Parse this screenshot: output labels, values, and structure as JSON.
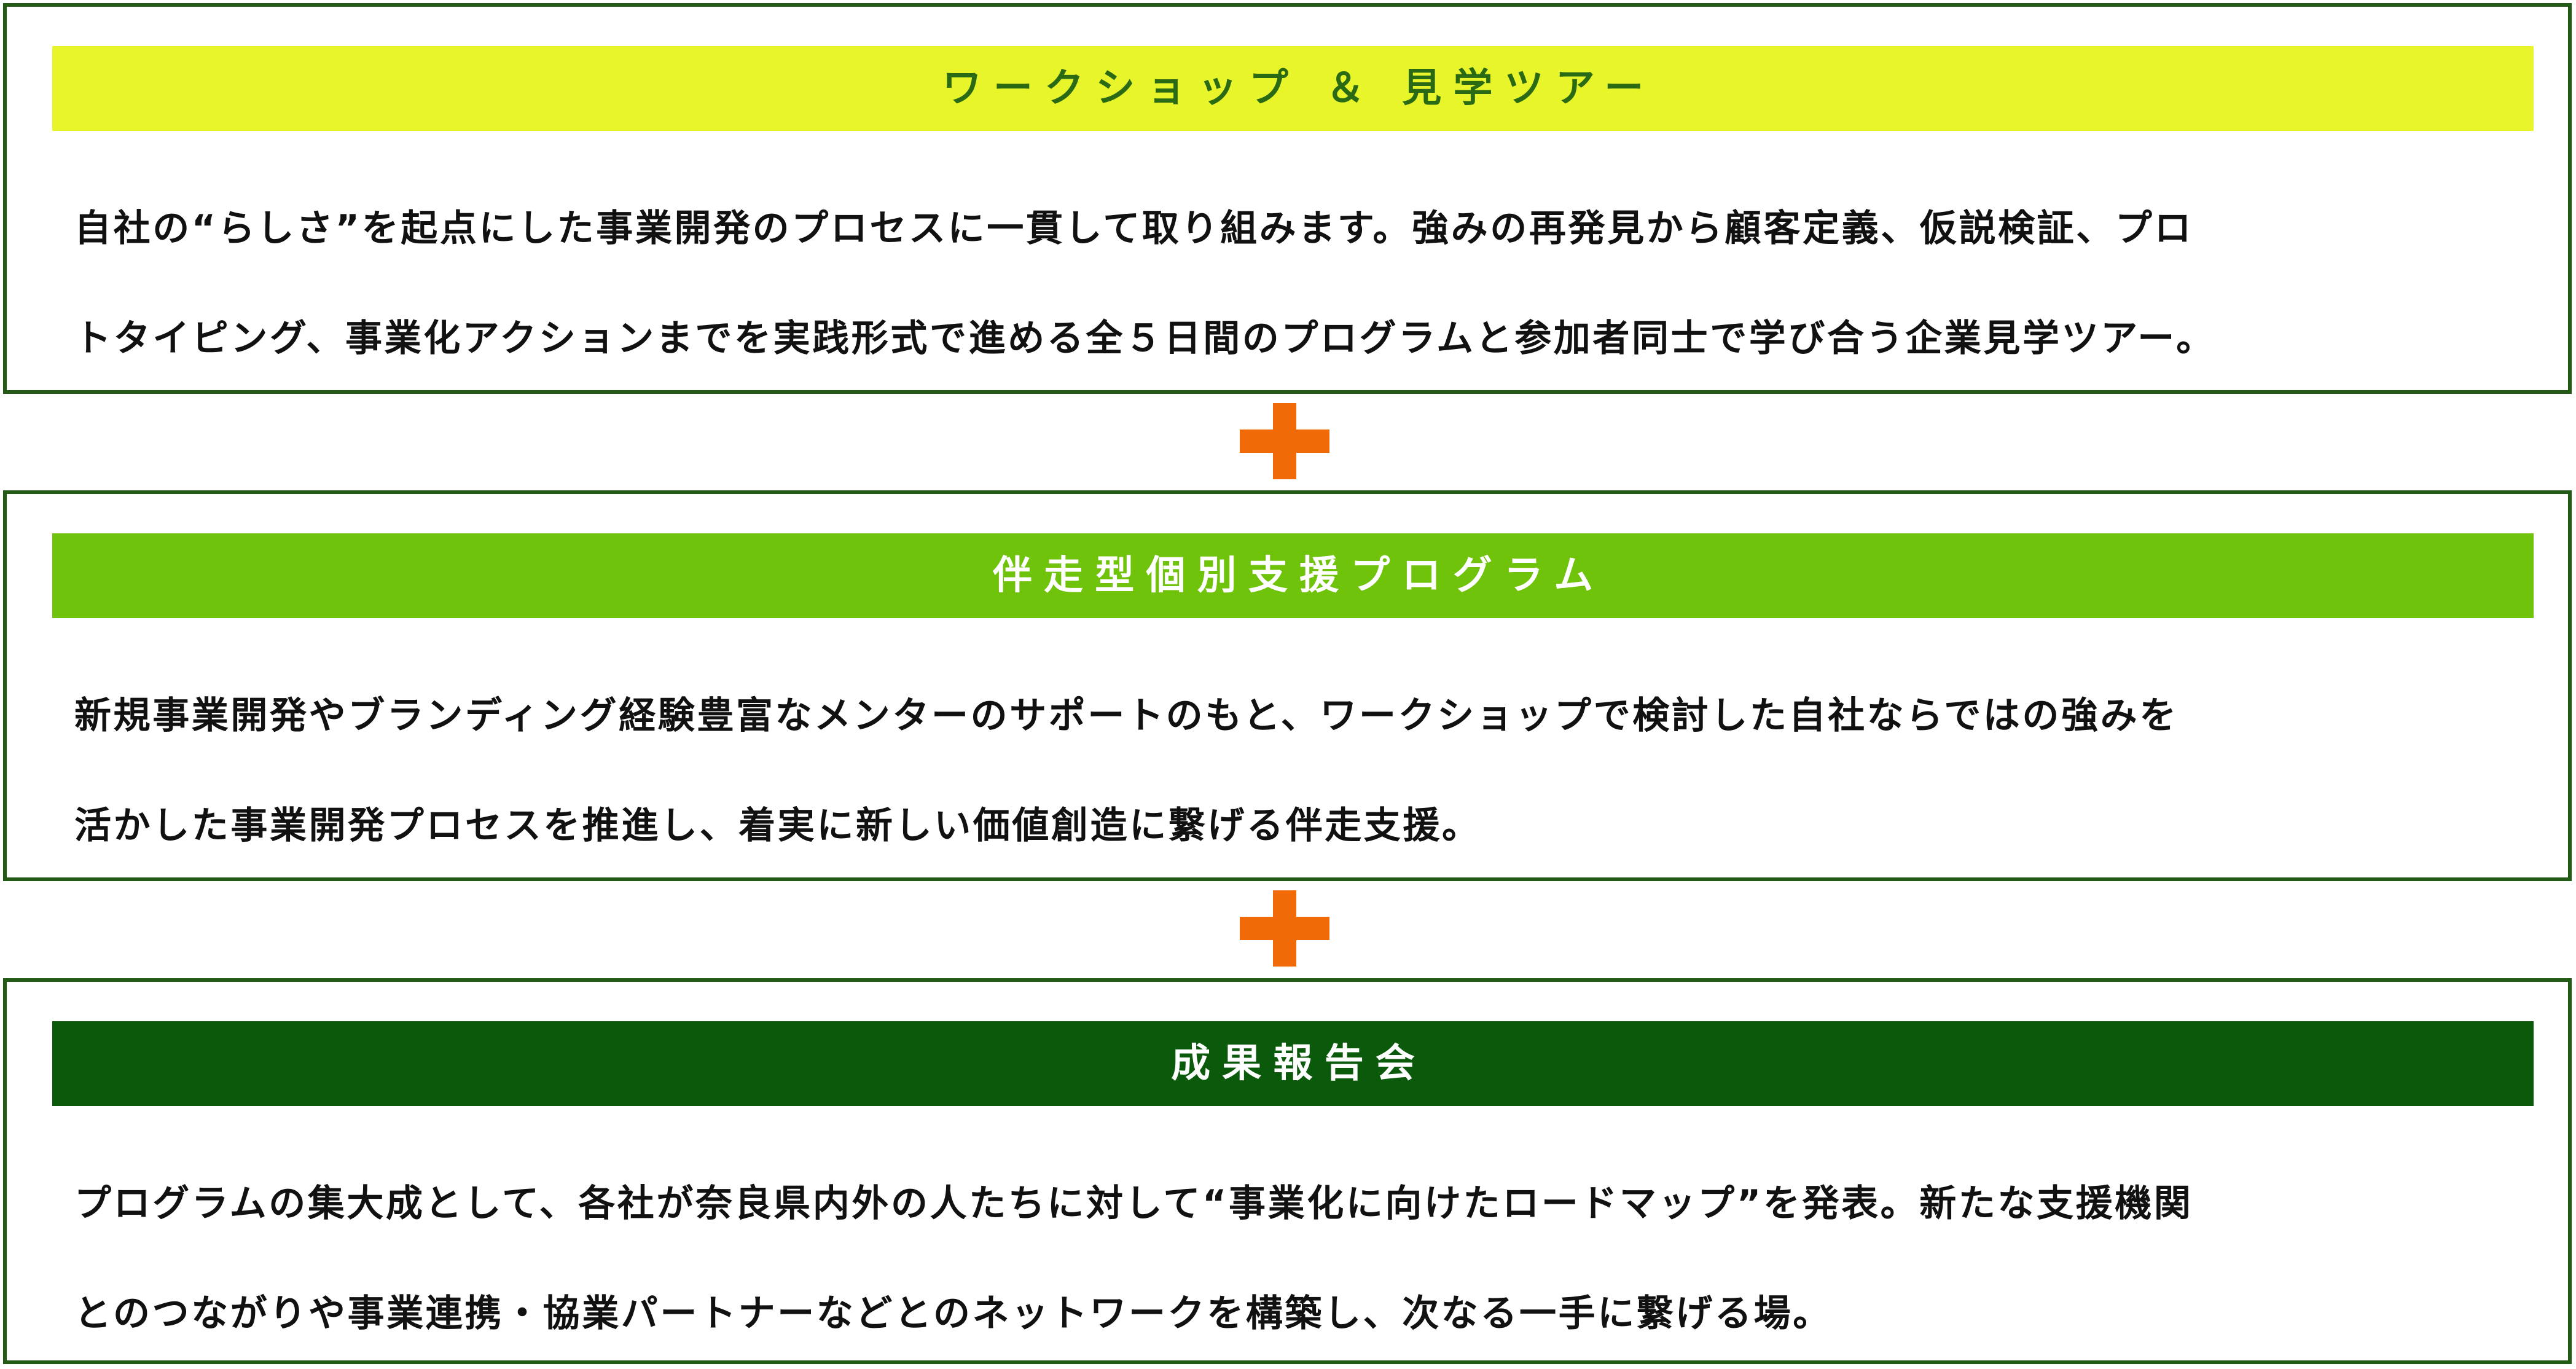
{
  "colors": {
    "border": "#235b16",
    "plus": "#f06a08",
    "text_dark": "#111111"
  },
  "sections": [
    {
      "title": "ワークショップ ＆ 見学ツアー",
      "bar_color": "#e8f52a",
      "title_color": "#2a6a14",
      "lines": [
        "自社の“らしさ”を起点にした事業開発のプロセスに一貫して取り組みます。強みの再発見から顧客定義、仮説検証、プロ",
        "トタイピング、事業化アクションまでを実践形式で進める全５日間のプログラムと参加者同士で学び合う企業見学ツアー。"
      ]
    },
    {
      "title": "伴走型個別支援プログラム",
      "bar_color": "#6fc30a",
      "title_color": "#ffffff",
      "lines": [
        "新規事業開発やブランディング経験豊富なメンターのサポートのもと、ワークショップで検討した自社ならではの強みを",
        "活かした事業開発プロセスを推進し、着実に新しい価値創造に繋げる伴走支援。"
      ]
    },
    {
      "title": "成果報告会",
      "bar_color": "#0b5a0c",
      "title_color": "#ffffff",
      "lines": [
        "プログラムの集大成として、各社が奈良県内外の人たちに対して“事業化に向けたロードマップ”を発表。新たな支援機関",
        "とのつながりや事業連携・協業パートナーなどとのネットワークを構築し、次なる一手に繋げる場。"
      ]
    }
  ],
  "connectors": [
    {
      "icon": "plus-icon"
    },
    {
      "icon": "plus-icon"
    }
  ]
}
